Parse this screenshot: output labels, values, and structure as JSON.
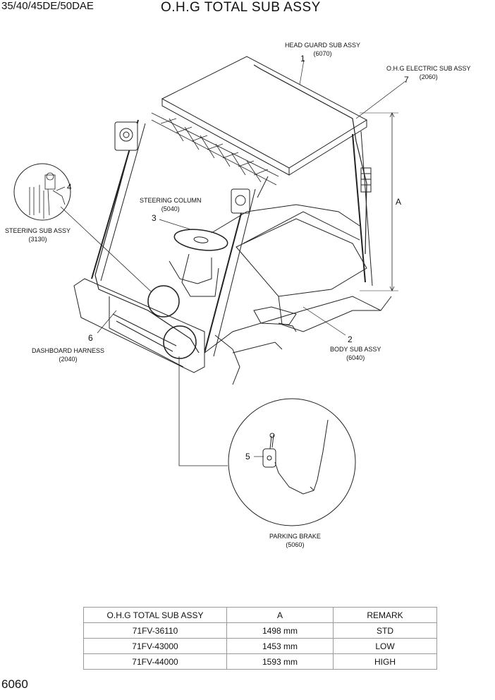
{
  "header": {
    "model": "35/40/45DE/50DAE",
    "title": "O.H.G TOTAL SUB ASSY"
  },
  "callouts": [
    {
      "num": "1",
      "name": "HEAD GUARD SUB ASSY",
      "code": "(6070)"
    },
    {
      "num": "7",
      "name": "O.H.G ELECTRIC SUB ASSY",
      "code": "(2060)"
    },
    {
      "num": "4",
      "name": "STEERING SUB ASSY",
      "code": "(3130)"
    },
    {
      "num": "3",
      "name": "STEERING COLUMN",
      "code": "(5040)"
    },
    {
      "num": "6",
      "name": "DASHBOARD HARNESS",
      "code": "(2040)"
    },
    {
      "num": "2",
      "name": "BODY SUB ASSY",
      "code": "(6040)"
    },
    {
      "num": "5",
      "name": "PARKING BRAKE",
      "code": "(5060)"
    }
  ],
  "dimension_label": "A",
  "table": {
    "headers": [
      "O.H.G TOTAL SUB ASSY",
      "A",
      "REMARK"
    ],
    "rows": [
      [
        "71FV-36110",
        "1498 mm",
        "STD"
      ],
      [
        "71FV-43000",
        "1453 mm",
        "LOW"
      ],
      [
        "71FV-44000",
        "1593 mm",
        "HIGH"
      ]
    ]
  },
  "page_number": "6060"
}
